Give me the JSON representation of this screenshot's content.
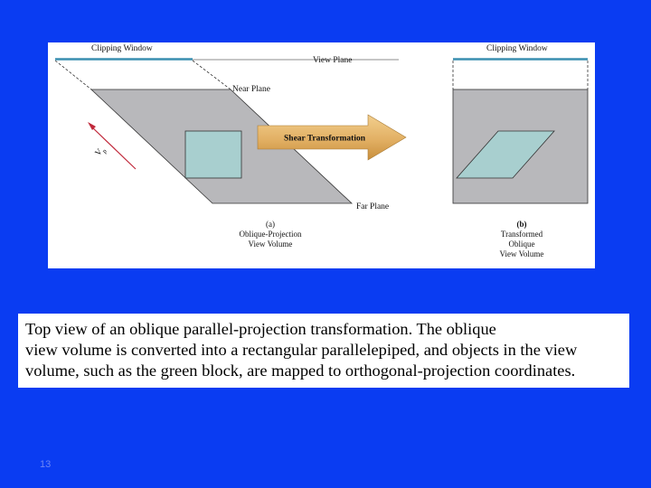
{
  "figure": {
    "left_panel": {
      "clipping_window_label": "Clipping Window",
      "view_plane_label": "View Plane",
      "near_plane_label": "Near Plane",
      "far_plane_label": "Far Plane",
      "vector_label": "V",
      "vector_subscript": "p",
      "caption_letter": "(a)",
      "caption_line1": "Oblique-Projection",
      "caption_line2": "View Volume"
    },
    "arrow_label": "Shear Transformation",
    "right_panel": {
      "clipping_window_label": "Clipping Window",
      "caption_letter": "(b)",
      "caption_line1": "Transformed",
      "caption_line2": "Oblique",
      "caption_line3": "View Volume"
    },
    "colors": {
      "volume_fill": "#b8b8bb",
      "block_fill": "#a8cfcf",
      "clip_line": "#3a8fb0",
      "arrow_fill": "#e2b064",
      "vector_color": "#c0283a"
    }
  },
  "caption": {
    "lines": [
      "Top view of an oblique parallel-projection transformation. The oblique",
      "view volume is converted into a rectangular parallelepiped, and objects in the view",
      "volume, such as the green block, are mapped to orthogonal-projection coordinates."
    ]
  },
  "slide_number": "13",
  "background_color": "#0a3cf2"
}
